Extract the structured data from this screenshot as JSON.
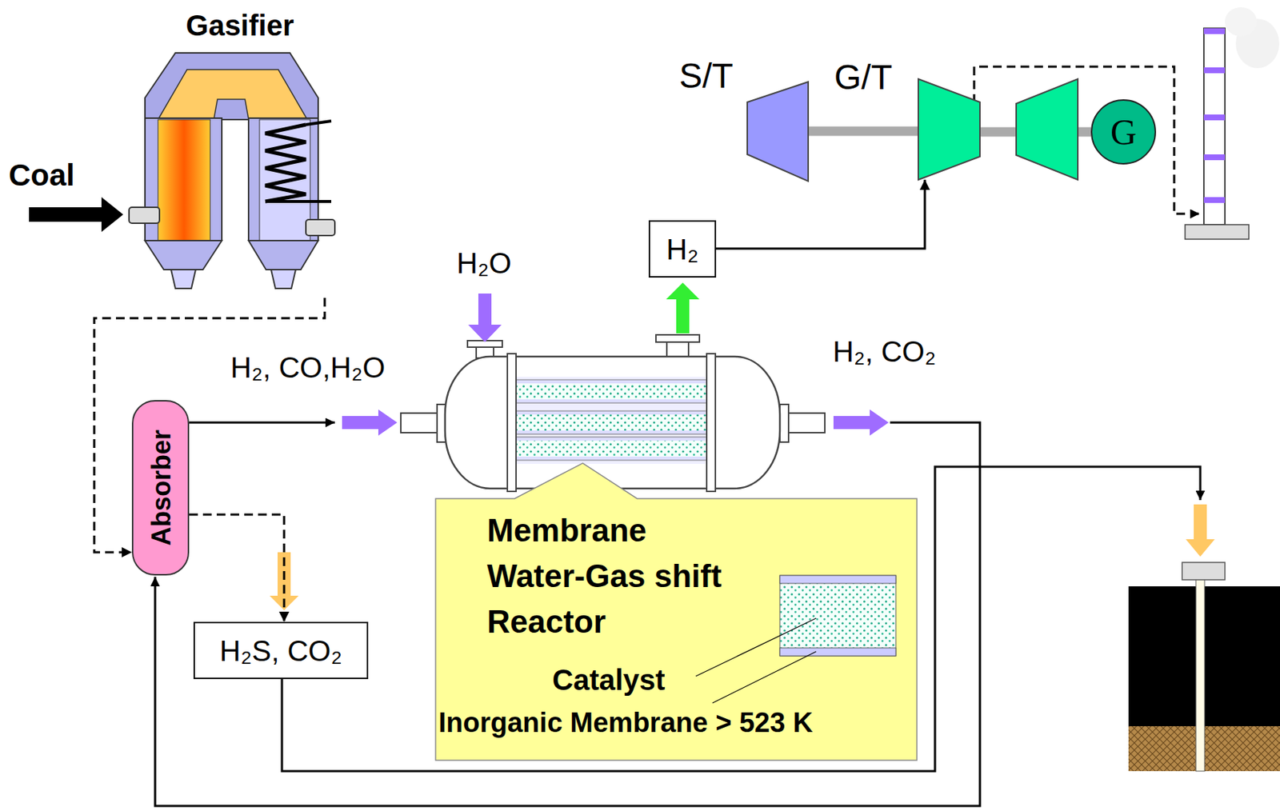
{
  "diagram": {
    "nodes": [
      {
        "text": [
          "Gasifier"
        ]
      },
      {
        "text": [
          "S/T"
        ]
      },
      {
        "text": [
          "G/T"
        ]
      },
      {
        "text": [
          "G"
        ]
      },
      {
        "text": [
          "H₂"
        ]
      },
      {
        "text": [
          "Absorber"
        ]
      },
      {
        "text": [
          "Membrane Water-Gas shift Reactor",
          "Catalyst",
          "Inorganic Membrane > 523 K"
        ]
      },
      {
        "text": [
          "H₂S, CO₂"
        ]
      }
    ],
    "edges": [
      {
        "from": 0,
        "to": 5,
        "arrow": "to"
      },
      {
        "from": 5,
        "to": 7,
        "arrow": "to"
      },
      {
        "from": 4,
        "to": 2,
        "arrow": "to"
      },
      {
        "from": 1,
        "to": 2,
        "arrow": "none"
      },
      {
        "from": 2,
        "to": 3,
        "arrow": "none"
      }
    ],
    "labels": [
      "Coal",
      "H₂O",
      "H₂, CO,H₂O",
      "H₂, CO₂"
    ]
  }
}
